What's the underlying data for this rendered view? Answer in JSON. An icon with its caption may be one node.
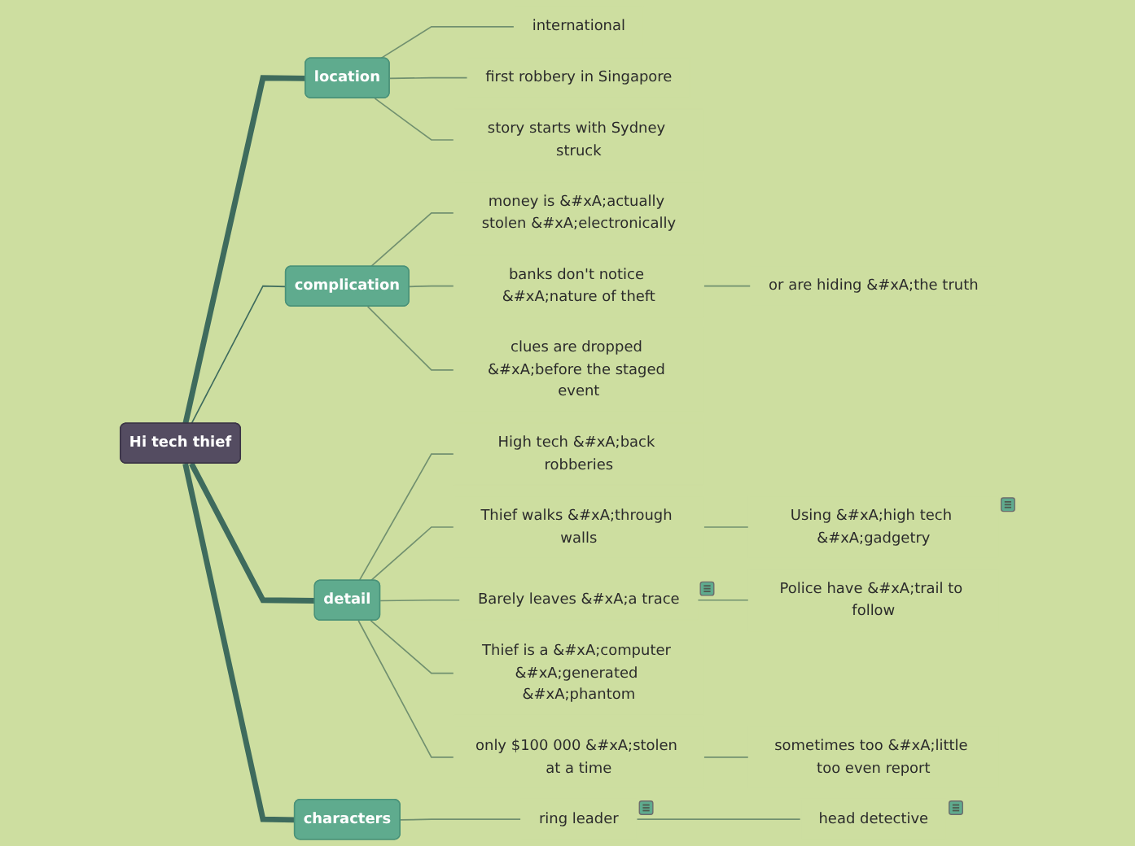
{
  "diagram": {
    "nodes": [
      {
        "text": [
          "Hi tech thief"
        ]
      },
      {
        "text": [
          "location"
        ]
      },
      {
        "text": [
          "complication"
        ]
      },
      {
        "text": [
          "detail"
        ]
      },
      {
        "text": [
          "characters"
        ]
      },
      {
        "text": [
          "international"
        ]
      },
      {
        "text": [
          "first robbery in Singapore"
        ]
      },
      {
        "text": [
          "story starts with Sydney struck"
        ]
      },
      {
        "text": [
          "money is &#xA;actually stolen &#xA;electronically"
        ]
      },
      {
        "text": [
          "banks don't notice &#xA;nature of theft"
        ]
      },
      {
        "text": [
          "or are hiding &#xA;the truth"
        ]
      },
      {
        "text": [
          "clues are dropped &#xA;before the staged event"
        ]
      },
      {
        "text": [
          "High tech &#xA;back robberies"
        ]
      },
      {
        "text": [
          "Thief walks &#xA;through walls"
        ]
      },
      {
        "text": [
          "Using &#xA;high tech &#xA;gadgetry"
        ]
      },
      {
        "text": [
          "Barely leaves &#xA;a trace"
        ]
      },
      {
        "text": [
          "Police have &#xA;trail to follow"
        ]
      },
      {
        "text": [
          "Thief is a &#xA;computer &#xA;generated &#xA;phantom"
        ]
      },
      {
        "text": [
          "only $100 000 &#xA;stolen at a time"
        ]
      },
      {
        "text": [
          "sometimes too &#xA;little too even report"
        ]
      },
      {
        "text": [
          "ring leader"
        ]
      },
      {
        "text": [
          "head detective"
        ]
      }
    ],
    "edges": [
      {
        "from": 0,
        "to": 1,
        "arrow": "none",
        "style": "thick",
        "color": "#3e6b5d"
      },
      {
        "from": 0,
        "to": 2,
        "arrow": "none",
        "color": "#3e6b5d"
      },
      {
        "from": 0,
        "to": 3,
        "arrow": "none",
        "style": "thick",
        "color": "#3e6b5d"
      },
      {
        "from": 0,
        "to": 4,
        "arrow": "none",
        "style": "thick",
        "color": "#3e6b5d"
      },
      {
        "from": 1,
        "to": 5,
        "arrow": "none"
      },
      {
        "from": 1,
        "to": 6,
        "arrow": "none"
      },
      {
        "from": 1,
        "to": 7,
        "arrow": "none"
      },
      {
        "from": 2,
        "to": 8,
        "arrow": "none"
      },
      {
        "from": 2,
        "to": 9,
        "arrow": "none"
      },
      {
        "from": 9,
        "to": 10,
        "arrow": "none"
      },
      {
        "from": 2,
        "to": 11,
        "arrow": "none"
      },
      {
        "from": 3,
        "to": 12,
        "arrow": "none"
      },
      {
        "from": 3,
        "to": 13,
        "arrow": "none"
      },
      {
        "from": 13,
        "to": 14,
        "arrow": "none"
      },
      {
        "from": 3,
        "to": 15,
        "arrow": "none"
      },
      {
        "from": 15,
        "to": 16,
        "arrow": "none"
      },
      {
        "from": 3,
        "to": 17,
        "arrow": "none"
      },
      {
        "from": 3,
        "to": 18,
        "arrow": "none"
      },
      {
        "from": 18,
        "to": 19,
        "arrow": "none"
      },
      {
        "from": 4,
        "to": 20,
        "arrow": "none"
      },
      {
        "from": 20,
        "to": 21,
        "arrow": "none"
      }
    ]
  }
}
